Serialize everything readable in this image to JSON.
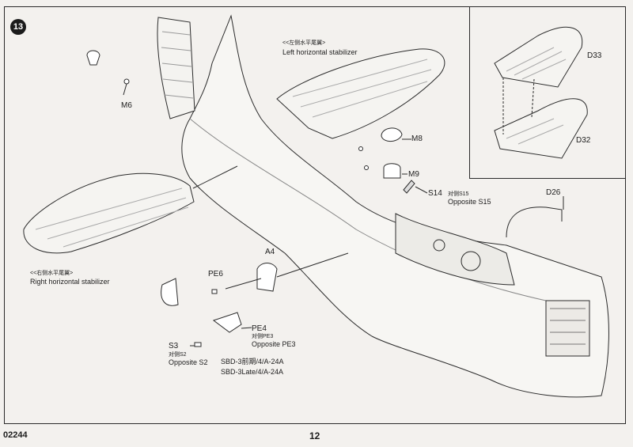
{
  "step_number": "13",
  "labels": {
    "left_stab_cn": "<<左侧水平尾翼>",
    "left_stab_en": "Left horizontal stabilizer",
    "right_stab_cn": "<<右侧水平尾翼>",
    "right_stab_en": "Right horizontal stabilizer",
    "version_1": "SBD-3前期/4/A-24A",
    "version_2": "SBD-3Late/4/A-24A"
  },
  "parts": {
    "m6": "M6",
    "m8": "M8",
    "m9": "M9",
    "a4": "A4",
    "pe6": "PE6",
    "pe4": "PE4",
    "pe4_cn": "对侧PE3",
    "pe4_opp": "Opposite PE3",
    "s3": "S3",
    "s3_cn": "对侧S2",
    "s3_opp": "Opposite S2",
    "s14": "S14",
    "s14_cn": "对侧S15",
    "s14_opp": "Opposite S15",
    "d26": "D26",
    "d33": "D33",
    "d32": "D32"
  },
  "footer": {
    "code": "02244",
    "page": "12"
  }
}
